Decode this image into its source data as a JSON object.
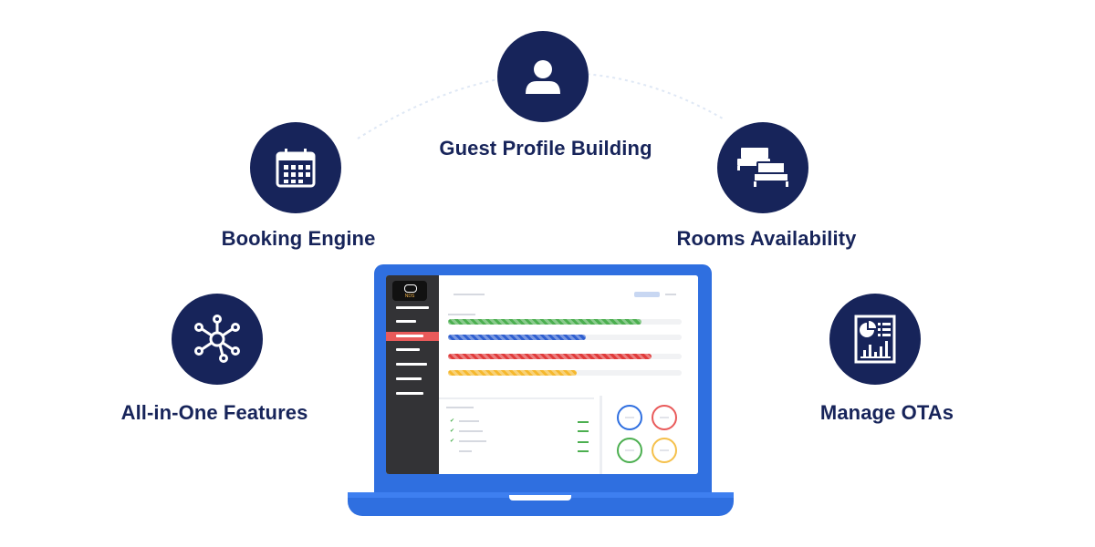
{
  "features": {
    "guest_profile": {
      "label": "Guest Profile Building",
      "icon": "user-icon"
    },
    "booking_engine": {
      "label": "Booking Engine",
      "icon": "calendar-icon"
    },
    "rooms_availability": {
      "label": "Rooms Availability",
      "icon": "beds-icon"
    },
    "all_in_one": {
      "label": "All-in-One Features",
      "icon": "network-icon"
    },
    "manage_otas": {
      "label": "Manage OTAs",
      "icon": "report-icon"
    }
  },
  "dashboard": {
    "logo_text": "NDS",
    "bar_colors": [
      "#4caf50",
      "#2f5fd0",
      "#e03b3b",
      "#f5b82e"
    ],
    "bar_fill": [
      0.83,
      0.59,
      0.87,
      0.55
    ],
    "ring_colors": [
      "#2f6fe0",
      "#e95a5a",
      "#4caf50",
      "#f5c04a"
    ]
  },
  "colors": {
    "accent": "#17245a",
    "laptop": "#2f6fe0"
  }
}
